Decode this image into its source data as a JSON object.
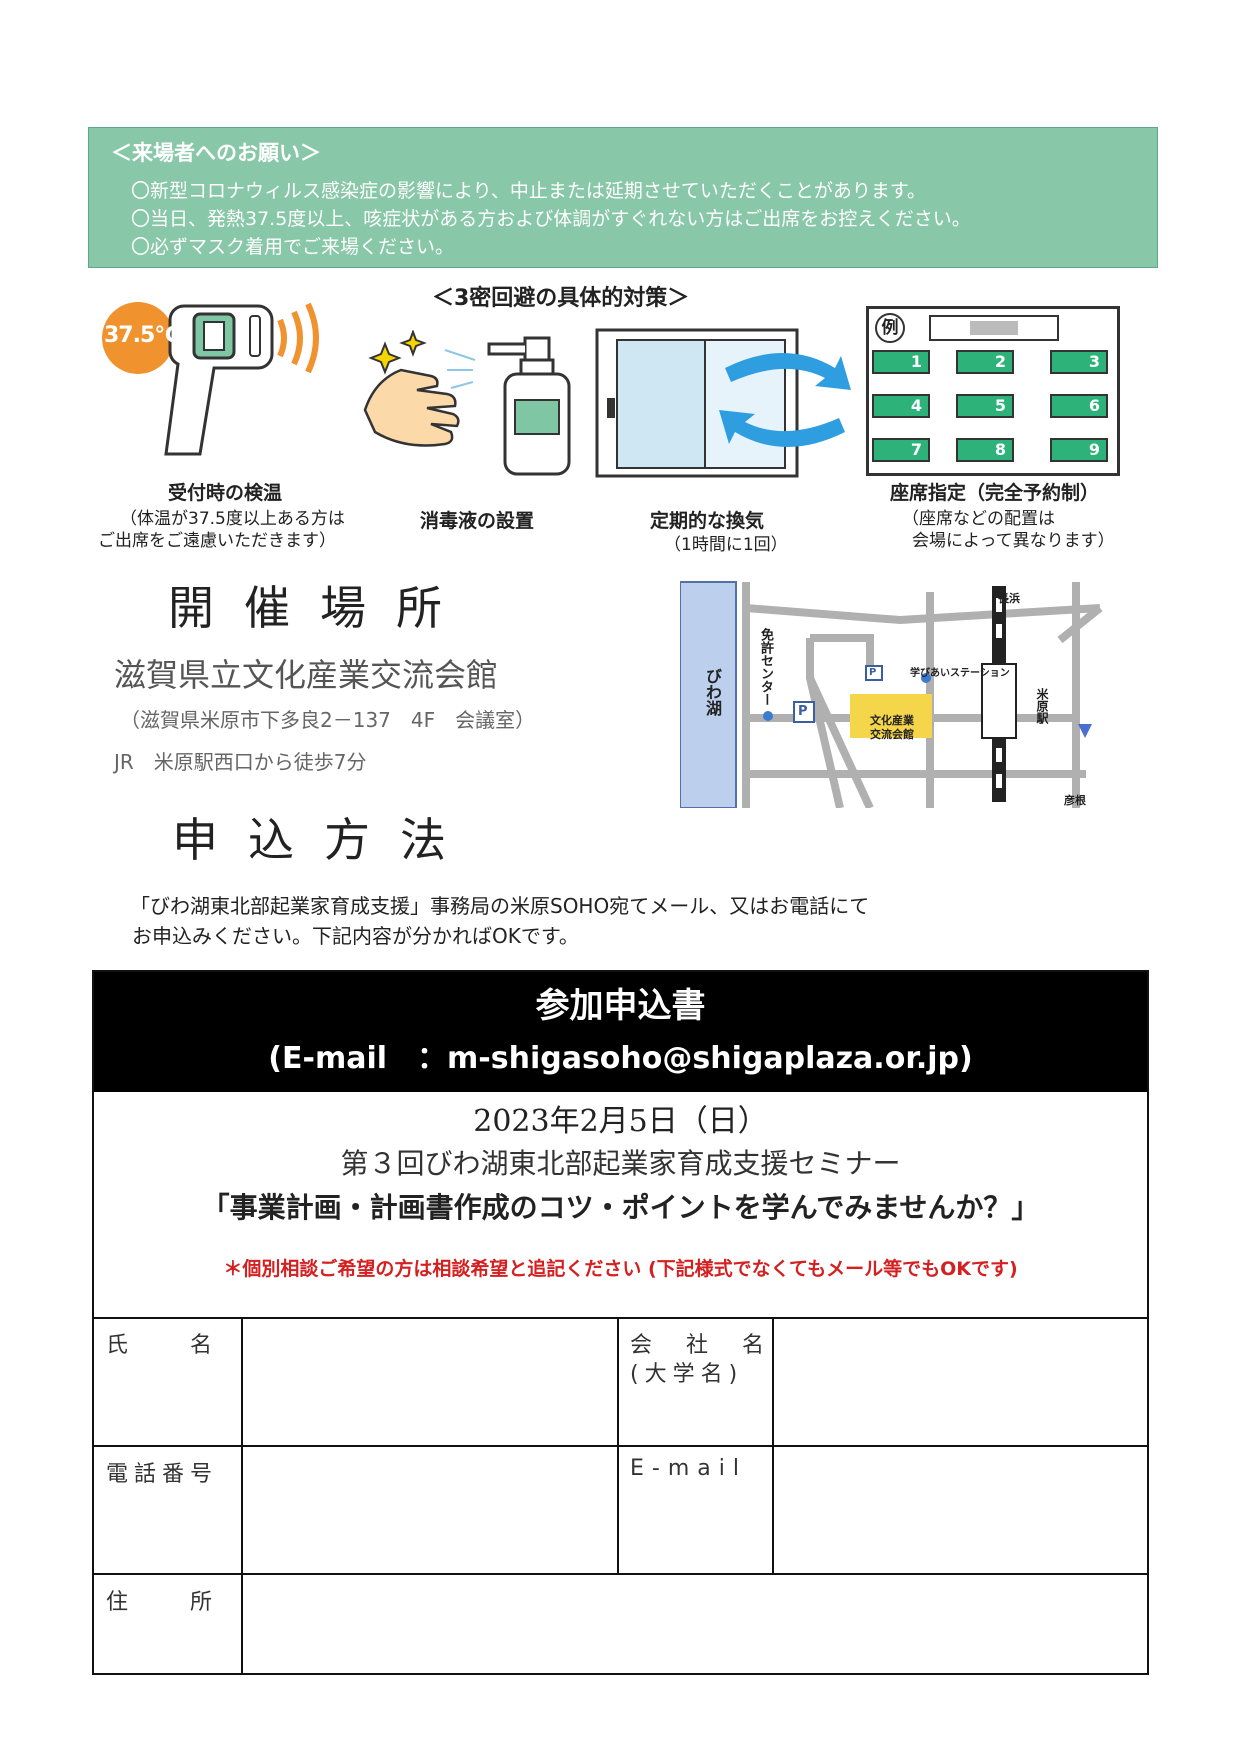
{
  "notice": {
    "title": "＜来場者へのお願い＞",
    "lines": [
      "〇新型コロナウィルス感染症の影響により、中止または延期させていただくことがあります。",
      "〇当日、発熱37.5度以上、咳症状がある方および体調がすぐれない方はご出席をお控えください。",
      "〇必ずマスク着用でご来場ください。"
    ]
  },
  "measures": {
    "heading": "＜3密回避の具体的対策＞",
    "thermometer": {
      "badge": "37.5℃",
      "caption": "受付時の検温",
      "sub1": "（体温が37.5度以上ある方は",
      "sub2": "ご出席をご遠慮いただきます）"
    },
    "disinfectant": {
      "caption": "消毒液の設置"
    },
    "ventilation": {
      "caption": "定期的な換気",
      "sub": "（1時間に1回）"
    },
    "seating": {
      "caption": "座席指定（完全予約制）",
      "sub1": "（座席などの配置は",
      "sub2": "会場によって異なります）",
      "example_label": "例",
      "seats": [
        "1",
        "2",
        "3",
        "4",
        "5",
        "6",
        "7",
        "8",
        "9"
      ]
    }
  },
  "venue": {
    "heading": "開催場所",
    "name": "滋賀県立文化産業交流会館",
    "address": "（滋賀県米原市下多良2－137　4F　会議室）",
    "access": "JR　米原駅西口から徒歩7分"
  },
  "map": {
    "lake": "びわ湖",
    "license_center": "免許センター",
    "station_label": "学びあいステーション",
    "venue_label1": "文化産業",
    "venue_label2": "交流会館",
    "station": "米原駅",
    "north": "長浜",
    "south": "彦根",
    "parking": "P",
    "route": "8"
  },
  "apply": {
    "heading": "申込方法",
    "text1": "「びわ湖東北部起業家育成支援」事務局の米原SOHO宛てメール、又はお電話にて",
    "text2": "お申込みください。下記内容が分かればOKです。"
  },
  "form": {
    "title": "参加申込書",
    "email_line": "(E-mail　：m-shigasoho@shigaplaza.or.jp)",
    "date": "2023年2月5日（日）",
    "seminar": "第３回びわ湖東北部起業家育成支援セミナー",
    "theme": "「事業計画・計画書作成のコツ・ポイントを学んでみませんか？」",
    "note": "＊個別相談ご希望の方は相談希望と追記ください (下記様式でなくてもメール等でもOKです)",
    "fields": {
      "name": "氏　　名",
      "company1": "会　社　名",
      "company2": "(大学名)",
      "phone": "電話番号",
      "email": "E-mail",
      "address": "住　　所"
    }
  },
  "colors": {
    "notice_bg": "#88c7a7",
    "seat_green": "#2db37a",
    "note_red": "#d42020",
    "venue_yellow": "#f5d54a"
  }
}
